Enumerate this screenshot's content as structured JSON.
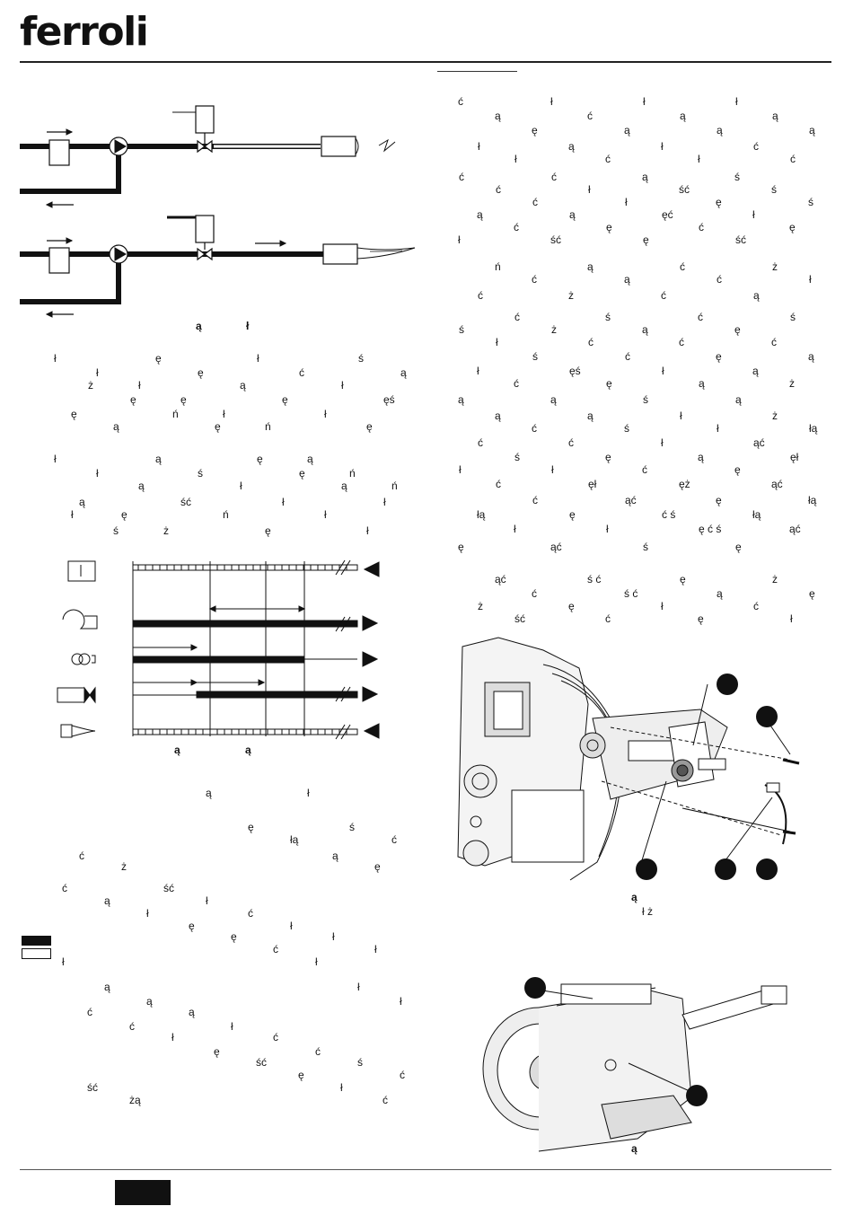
{
  "brand": {
    "name": "ferroli"
  },
  "captions": {
    "diagram_caption": [
      "ą",
      "ł"
    ],
    "timing_caption": [
      "ą",
      "ą"
    ],
    "photo1_caption": "ą",
    "photo2_caption": "ą"
  },
  "left_column_glyphs": [
    {
      "t": "ł"
    },
    {
      "t": "ę"
    },
    {
      "t": "ł"
    },
    {
      "t": "ś"
    },
    {
      "t": "ł"
    },
    {
      "t": "ę"
    },
    {
      "t": "ć"
    },
    {
      "t": "ą"
    },
    {
      "t": "ł"
    },
    {
      "t": "ą"
    },
    {
      "t": "ł"
    },
    {
      "t": "ż"
    },
    {
      "t": "ę"
    },
    {
      "t": "ę"
    },
    {
      "t": "ęś"
    },
    {
      "t": "ę"
    },
    {
      "t": "ł"
    },
    {
      "t": "ł"
    },
    {
      "t": "ę"
    },
    {
      "t": "ń"
    },
    {
      "t": "ń"
    },
    {
      "t": "ę"
    },
    {
      "t": "ą"
    },
    {
      "t": "ę"
    },
    {
      "t": "ą"
    },
    {
      "t": "ł"
    },
    {
      "t": "ą"
    },
    {
      "t": "ę"
    },
    {
      "t": "ń"
    },
    {
      "t": "ł"
    },
    {
      "t": "ś"
    },
    {
      "t": "ę"
    },
    {
      "t": "ń"
    },
    {
      "t": "ą"
    },
    {
      "t": "ł"
    },
    {
      "t": "ą"
    },
    {
      "t": "ą"
    },
    {
      "t": "ść"
    },
    {
      "t": "ł"
    },
    {
      "t": "ł"
    },
    {
      "t": "ę"
    },
    {
      "t": "ń"
    },
    {
      "t": "ł"
    },
    {
      "t": "ł"
    },
    {
      "t": "ż"
    },
    {
      "t": "ę"
    },
    {
      "t": "ł"
    },
    {
      "t": "ś"
    },
    {
      "t": "ą"
    },
    {
      "t": "ł"
    },
    {
      "t": "ę"
    },
    {
      "t": "ś"
    },
    {
      "t": "łą"
    },
    {
      "t": "ć"
    },
    {
      "t": "ą"
    },
    {
      "t": "ć"
    },
    {
      "t": "ę"
    },
    {
      "t": "ż"
    },
    {
      "t": "ć"
    },
    {
      "t": "ść"
    },
    {
      "t": "ą"
    },
    {
      "t": "ł"
    },
    {
      "t": "ł"
    },
    {
      "t": "ć"
    },
    {
      "t": "ę"
    },
    {
      "t": "ł"
    },
    {
      "t": "ę"
    },
    {
      "t": "ł"
    },
    {
      "t": "ć"
    },
    {
      "t": "ł"
    },
    {
      "t": "ł"
    },
    {
      "t": "ł"
    },
    {
      "t": "ł"
    },
    {
      "t": "ą"
    },
    {
      "t": "ł"
    },
    {
      "t": "ą"
    },
    {
      "t": "ć"
    },
    {
      "t": "ą"
    },
    {
      "t": "ć"
    },
    {
      "t": "ł"
    },
    {
      "t": "ł"
    },
    {
      "t": "ć"
    },
    {
      "t": "ę"
    },
    {
      "t": "ć"
    },
    {
      "t": "ść"
    },
    {
      "t": "ś"
    },
    {
      "t": "ę"
    },
    {
      "t": "ć"
    },
    {
      "t": "ł"
    },
    {
      "t": "ść"
    },
    {
      "t": "ć"
    },
    {
      "t": "żą"
    }
  ],
  "right_column_glyphs": [
    {
      "t": "ć"
    },
    {
      "t": "ł"
    },
    {
      "t": "ł"
    },
    {
      "t": "ł"
    },
    {
      "t": "ą"
    },
    {
      "t": "ć"
    },
    {
      "t": "ą"
    },
    {
      "t": "ą"
    },
    {
      "t": "ę"
    },
    {
      "t": "ą"
    },
    {
      "t": "ą"
    },
    {
      "t": "ą"
    },
    {
      "t": "ą"
    },
    {
      "t": "ł"
    },
    {
      "t": "ć"
    },
    {
      "t": "ł"
    },
    {
      "t": "ć"
    },
    {
      "t": "ł"
    },
    {
      "t": "ć"
    },
    {
      "t": "ł"
    },
    {
      "t": "ą"
    },
    {
      "t": "ś"
    },
    {
      "t": "ć"
    },
    {
      "t": "ć"
    },
    {
      "t": "ść"
    },
    {
      "t": "ś"
    },
    {
      "t": "ć"
    },
    {
      "t": "ł"
    },
    {
      "t": "ę"
    },
    {
      "t": "ś"
    },
    {
      "t": "ć"
    },
    {
      "t": "ł"
    },
    {
      "t": "ł"
    },
    {
      "t": "ą"
    },
    {
      "t": "ą"
    },
    {
      "t": "ęć"
    },
    {
      "t": "ę"
    },
    {
      "t": "ć"
    },
    {
      "t": "ę"
    },
    {
      "t": "ć"
    },
    {
      "t": "ł"
    },
    {
      "t": "ść"
    },
    {
      "t": "ę"
    },
    {
      "t": "ść"
    },
    {
      "t": "ń"
    },
    {
      "t": "ą"
    },
    {
      "t": "ć"
    },
    {
      "t": "ż"
    },
    {
      "t": "ć"
    },
    {
      "t": "ą"
    },
    {
      "t": "ć"
    },
    {
      "t": "ł"
    },
    {
      "t": "ż"
    },
    {
      "t": "ć"
    },
    {
      "t": "ą"
    },
    {
      "t": "ć"
    },
    {
      "t": "ś"
    },
    {
      "t": "ć"
    },
    {
      "t": "ś"
    },
    {
      "t": "ć"
    },
    {
      "t": "ą"
    },
    {
      "t": "ę"
    },
    {
      "t": "ś"
    },
    {
      "t": "ż"
    },
    {
      "t": "ć"
    },
    {
      "t": "ć"
    },
    {
      "t": "ł"
    },
    {
      "t": "ć"
    },
    {
      "t": "ę"
    },
    {
      "t": "ą"
    },
    {
      "t": "ś"
    },
    {
      "t": "ć"
    },
    {
      "t": "ą"
    },
    {
      "t": "ł"
    },
    {
      "t": "ęś"
    },
    {
      "t": "ł"
    },
    {
      "t": "ż"
    },
    {
      "t": "ć"
    },
    {
      "t": "ę"
    },
    {
      "t": "ą"
    },
    {
      "t": "ą"
    },
    {
      "t": "ą"
    },
    {
      "t": "ś"
    },
    {
      "t": "ą"
    },
    {
      "t": "ą"
    },
    {
      "t": "ą"
    },
    {
      "t": "ł"
    },
    {
      "t": "ż"
    },
    {
      "t": "ć"
    },
    {
      "t": "ś"
    },
    {
      "t": "ł"
    },
    {
      "t": "łą"
    },
    {
      "t": "ć"
    },
    {
      "t": "ł"
    },
    {
      "t": "ąć"
    },
    {
      "t": "ć"
    },
    {
      "t": "ę"
    },
    {
      "t": "ą"
    },
    {
      "t": "ęł"
    },
    {
      "t": "ś"
    },
    {
      "t": "ć"
    },
    {
      "t": "ę"
    },
    {
      "t": "ł"
    },
    {
      "t": "ł"
    },
    {
      "t": "ęż"
    },
    {
      "t": "ąć"
    },
    {
      "t": "ć"
    },
    {
      "t": "ęł"
    },
    {
      "t": "ę"
    },
    {
      "t": "łą"
    },
    {
      "t": "ć"
    },
    {
      "t": "ąć"
    },
    {
      "t": "łą"
    },
    {
      "t": "łą"
    },
    {
      "t": "ę"
    },
    {
      "t": "ć ś"
    },
    {
      "t": "ąć"
    },
    {
      "t": "ł"
    },
    {
      "t": "ł"
    },
    {
      "t": "ę ć ś"
    },
    {
      "t": "ę"
    },
    {
      "t": "ąć"
    },
    {
      "t": "ś"
    },
    {
      "t": "ę"
    },
    {
      "t": "ąć"
    },
    {
      "t": "ś ć"
    },
    {
      "t": "ę"
    },
    {
      "t": "ż"
    },
    {
      "t": "ć"
    },
    {
      "t": "ś ć"
    },
    {
      "t": "ą"
    },
    {
      "t": "ę"
    },
    {
      "t": "ę"
    },
    {
      "t": "ł"
    },
    {
      "t": "ć"
    },
    {
      "t": "ż"
    },
    {
      "t": "ć"
    },
    {
      "t": "ę"
    },
    {
      "t": "ł"
    },
    {
      "t": "ść"
    },
    {
      "t": "ł ż"
    }
  ]
}
